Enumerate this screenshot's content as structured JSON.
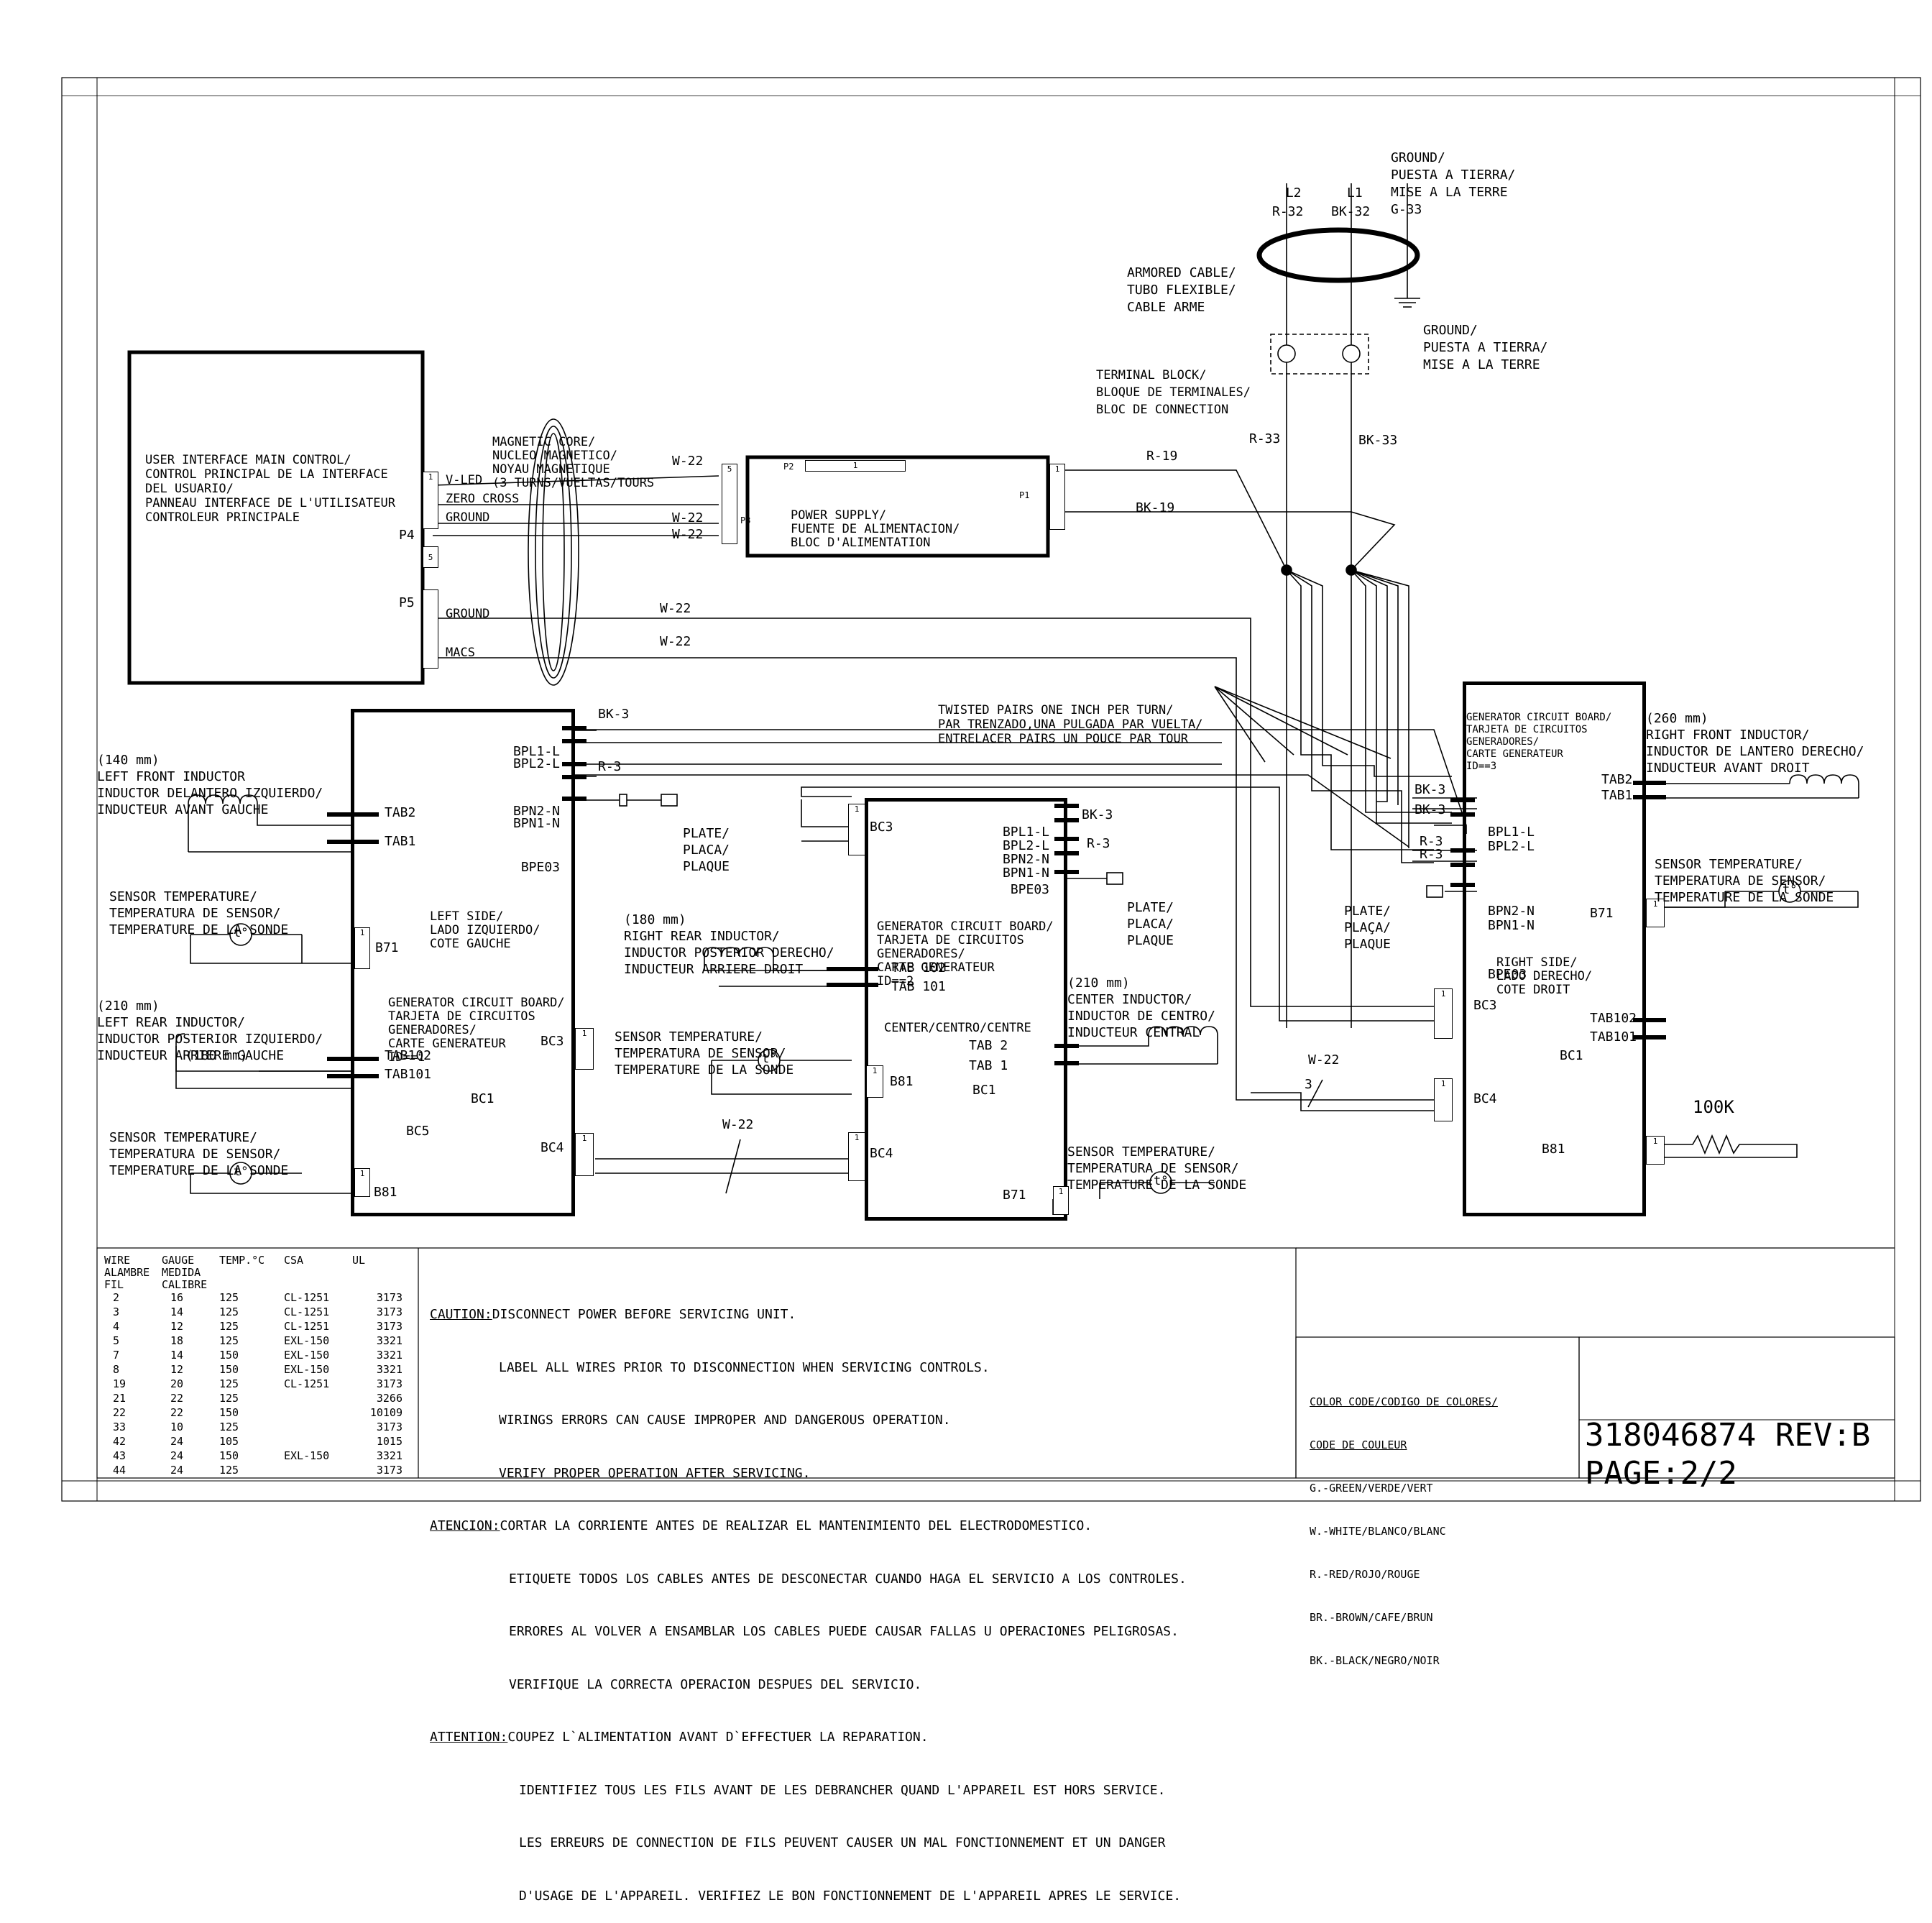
{
  "ground_top": [
    "GROUND/",
    "PUESTA A TIERRA/",
    "MISE A LA TERRE",
    "G-33"
  ],
  "l2": [
    "L2",
    "R-32"
  ],
  "l1": [
    "L1",
    "BK-32"
  ],
  "armored_cable": [
    "ARMORED CABLE/",
    "TUBO FLEXIBLE/",
    "CABLE ARME"
  ],
  "ground_bottom": [
    "GROUND/",
    "PUESTA A TIERRA/",
    "MISE A LA TERRE"
  ],
  "terminal_block": [
    "TERMINAL BLOCK/",
    "BLOQUE DE TERMINALES/",
    "BLOC DE CONNECTION"
  ],
  "r33": "R-33",
  "bk33": "BK-33",
  "ui_control": [
    "USER INTERFACE MAIN CONTROL/",
    "CONTROL PRINCIPAL DE LA INTERFACE",
    "DEL USUARIO/",
    "PANNEAU INTERFACE DE L'UTILISATEUR",
    "CONTROLEUR PRINCIPALE"
  ],
  "p4": "P4",
  "p5": "P5",
  "ui_signals": {
    "vled": "V-LED",
    "zero": "ZERO CROSS",
    "ground1": "GROUND",
    "ground2": "GROUND",
    "macs": "MACS"
  },
  "magnetic_core": [
    "MAGNETIC CORE/",
    "NUCLEO MAGNETICO/",
    "NOYAU MAGNETIQUE",
    "(3 TURNS/VUELTAS/TOURS"
  ],
  "power_supply": [
    "POWER SUPPLY/",
    "FUENTE DE ALIMENTACION/",
    "BLOC D'ALIMENTATION"
  ],
  "ps_pins": {
    "p2": "P2",
    "p3": "P3",
    "p1": "P1",
    "pin1": "1",
    "pin5": "5"
  },
  "wire_labels": {
    "w22": "W-22",
    "r19": "R-19",
    "bk19": "BK-19",
    "bk3": "BK-3",
    "r3": "R-3",
    "three": "3"
  },
  "twisted_pairs": [
    "TWISTED PAIRS ONE INCH PER TURN/",
    "PAR TRENZADO,UNA PULGADA PAR VUELTA/",
    "ENTRELACER PAIRS UN POUCE PAR TOUR"
  ],
  "left_board": {
    "pins": [
      "BPL1-L",
      "BPL2-L",
      "BPN2-N",
      "BPN1-N",
      "BPE03"
    ],
    "tabs": [
      "TAB2",
      "TAB1",
      "TAB102",
      "TAB101"
    ],
    "side": [
      "LEFT SIDE/",
      "LADO IZQUIERDO/",
      "COTE GAUCHE"
    ],
    "board": [
      "GENERATOR CIRCUIT BOARD/",
      "TARJETA DE CIRCUITOS",
      "GENERADORES/",
      "CARTE GENERATEUR",
      "ID==1"
    ],
    "conn": [
      "B71",
      "BC3",
      "BC4",
      "B81",
      "BC5",
      "BC1"
    ]
  },
  "left_front": [
    "(140 mm)",
    "LEFT FRONT INDUCTOR",
    "INDUCTOR DELANTERO IZQUIERDO/",
    "INDUCTEUR AVANT GAUCHE"
  ],
  "left_rear": [
    "(210 mm)",
    "LEFT REAR INDUCTOR/",
    "INDUCTOR POSTERIOR IZQUIERDO/",
    "INDUCTEUR ARRIERE GAUCHE"
  ],
  "mm180": "(180 mm)",
  "sensor": [
    "SENSOR TEMPERATURE/",
    "TEMPERATURA DE SENSOR/",
    "TEMPERATURE DE LA SONDE"
  ],
  "plate": [
    "PLATE/",
    "PLACA/",
    "PLAQUE"
  ],
  "plate2": [
    "PLATE/",
    "PLAÇA/",
    "PLAQUE"
  ],
  "center_board": {
    "pins": [
      "BPL1-L",
      "BPL2-L",
      "BPN2-N",
      "BPN1-N",
      "BPE03"
    ],
    "board": [
      "GENERATOR CIRCUIT BOARD/",
      "TARJETA DE CIRCUITOS",
      "GENERADORES/",
      "CARTE GENERATEUR",
      "ID==2"
    ],
    "tabs": [
      "TAB 102",
      "TAB 101",
      "TAB 2",
      "TAB 1"
    ],
    "center": "CENTER/CENTRO/CENTRE",
    "conn": [
      "BC3",
      "B81",
      "BC1",
      "BC4",
      "B71"
    ]
  },
  "right_rear": [
    "(180 mm)",
    "RIGHT REAR INDUCTOR/",
    "INDUCTOR POSTERIOR DERECHO/",
    "INDUCTEUR ARRIERE DROIT"
  ],
  "center_ind": [
    "(210 mm)",
    "CENTER INDUCTOR/",
    "INDUCTOR DE CENTRO/",
    "INDUCTEUR CENTRAL"
  ],
  "right_board": {
    "board": [
      "GENERATOR CIRCUIT BOARD/",
      "TARJETA DE CIRCUITOS",
      "GENERADORES/",
      "CARTE GENERATEUR",
      "ID==3"
    ],
    "pins": [
      "BPL1-L",
      "BPL2-L",
      "BPN2-N",
      "BPN1-N",
      "BPE03"
    ],
    "tabs": [
      "TAB2",
      "TAB1",
      "TAB102",
      "TAB101"
    ],
    "side": [
      "RIGHT SIDE/",
      "LADO DERECHO/",
      "COTE DROIT"
    ],
    "conn": [
      "B71",
      "BC3",
      "BC4",
      "BC1",
      "B81"
    ]
  },
  "right_front": [
    "(260 mm)",
    "RIGHT FRONT INDUCTOR/",
    "INDUCTOR DE LANTERO DERECHO/",
    "INDUCTEUR AVANT DROIT"
  ],
  "r100k": "100K",
  "wire_table": {
    "headers": [
      [
        "WIRE",
        "ALAMBRE",
        "FIL"
      ],
      [
        "GAUGE",
        "MEDIDA",
        "CALIBRE"
      ],
      [
        "TEMP.°C"
      ],
      [
        "CSA"
      ],
      [
        "UL"
      ]
    ],
    "rows": [
      [
        "2",
        "16",
        "125",
        "CL-1251",
        "3173"
      ],
      [
        "3",
        "14",
        "125",
        "CL-1251",
        "3173"
      ],
      [
        "4",
        "12",
        "125",
        "CL-1251",
        "3173"
      ],
      [
        "5",
        "18",
        "125",
        "EXL-150",
        "3321"
      ],
      [
        "7",
        "14",
        "150",
        "EXL-150",
        "3321"
      ],
      [
        "8",
        "12",
        "150",
        "EXL-150",
        "3321"
      ],
      [
        "19",
        "20",
        "125",
        "CL-1251",
        "3173"
      ],
      [
        "21",
        "22",
        "125",
        "",
        "3266"
      ],
      [
        "22",
        "22",
        "150",
        "",
        "10109"
      ],
      [
        "33",
        "10",
        "125",
        "",
        "3173"
      ],
      [
        "42",
        "24",
        "105",
        "",
        "1015"
      ],
      [
        "43",
        "24",
        "150",
        "EXL-150",
        "3321"
      ],
      [
        "44",
        "24",
        "125",
        "",
        "3173"
      ]
    ]
  },
  "caution": {
    "caution_label": "CAUTION:",
    "caution": [
      "DISCONNECT POWER BEFORE SERVICING UNIT.",
      "LABEL ALL WIRES PRIOR TO DISCONNECTION WHEN SERVICING CONTROLS.",
      "WIRINGS ERRORS CAN CAUSE IMPROPER AND DANGEROUS OPERATION.",
      "VERIFY PROPER OPERATION AFTER SERVICING."
    ],
    "atencion_label": "ATENCION:",
    "atencion": [
      "CORTAR LA CORRIENTE ANTES DE REALIZAR EL MANTENIMIENTO DEL ELECTRODOMESTICO.",
      "ETIQUETE TODOS LOS CABLES ANTES DE DESCONECTAR CUANDO HAGA EL SERVICIO A LOS CONTROLES.",
      "ERRORES AL VOLVER A ENSAMBLAR LOS CABLES PUEDE CAUSAR FALLAS U OPERACIONES PELIGROSAS.",
      "VERIFIQUE LA CORRECTA OPERACION DESPUES DEL SERVICIO."
    ],
    "attention_label": "ATTENTION:",
    "attention": [
      "COUPEZ L`ALIMENTATION AVANT D`EFFECTUER LA REPARATION.",
      "IDENTIFIEZ TOUS LES FILS AVANT DE LES DEBRANCHER QUAND L'APPAREIL EST HORS SERVICE.",
      "LES ERREURS DE CONNECTION DE FILS PEUVENT CAUSER UN MAL FONCTIONNEMENT ET UN DANGER",
      "D'USAGE DE L'APPAREIL. VERIFIEZ LE BON FONCTIONNEMENT DE L'APPAREIL APRES LE SERVICE."
    ]
  },
  "color_code": [
    "COLOR CODE/CODIGO DE COLORES/",
    "CODE DE COULEUR",
    "G.-GREEN/VERDE/VERT",
    "W.-WHITE/BLANCO/BLANC",
    "R.-RED/ROJO/ROUGE",
    "BR.-BROWN/CAFE/BRUN",
    "BK.-BLACK/NEGRO/NOIR"
  ],
  "part_number": "318046874 REV:B",
  "page": "PAGE:2/2"
}
